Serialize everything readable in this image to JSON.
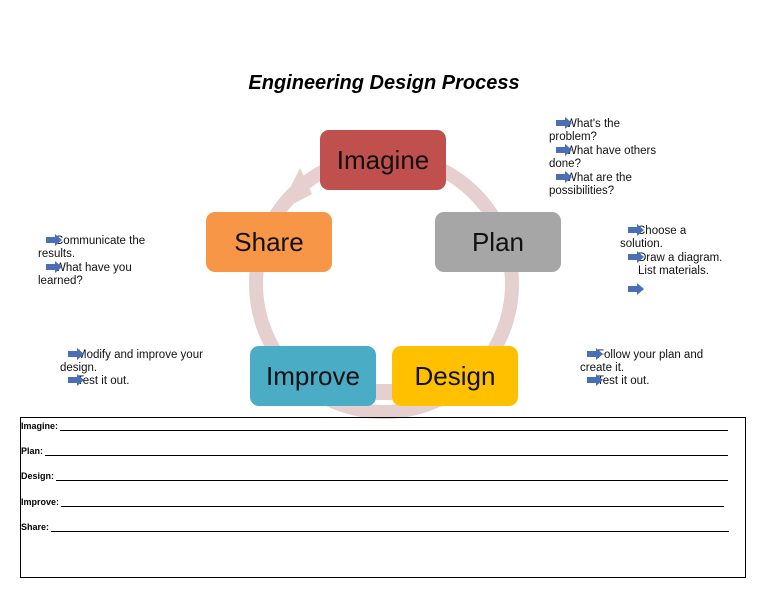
{
  "title": "Engineering Design Process",
  "stages": {
    "imagine": {
      "label": "Imagine",
      "color": "#c0504d"
    },
    "plan": {
      "label": "Plan",
      "color": "#a6a6a6"
    },
    "design": {
      "label": "Design",
      "color": "#ffc000"
    },
    "improve": {
      "label": "Improve",
      "color": "#4bacc6"
    },
    "share": {
      "label": "Share",
      "color": "#f79646"
    }
  },
  "notes": {
    "imagine": [
      "What's the problem?",
      "What have others done?",
      "What are the possibilities?"
    ],
    "plan": [
      "Choose a solution.",
      "Draw a diagram. List materials."
    ],
    "design": [
      "Follow your plan and create it.",
      "Test it out."
    ],
    "improve": [
      "Modify and improve your design.",
      "Test it out."
    ],
    "share": [
      "Communicate the results.",
      "What have you learned?"
    ]
  },
  "form": {
    "imagine": "Imagine:",
    "plan": "Plan:",
    "design": "Design:",
    "improve": "Improve:",
    "share": "Share:"
  },
  "colors": {
    "ring": "#e6cfcf",
    "arrow": "#4a6fb5"
  }
}
